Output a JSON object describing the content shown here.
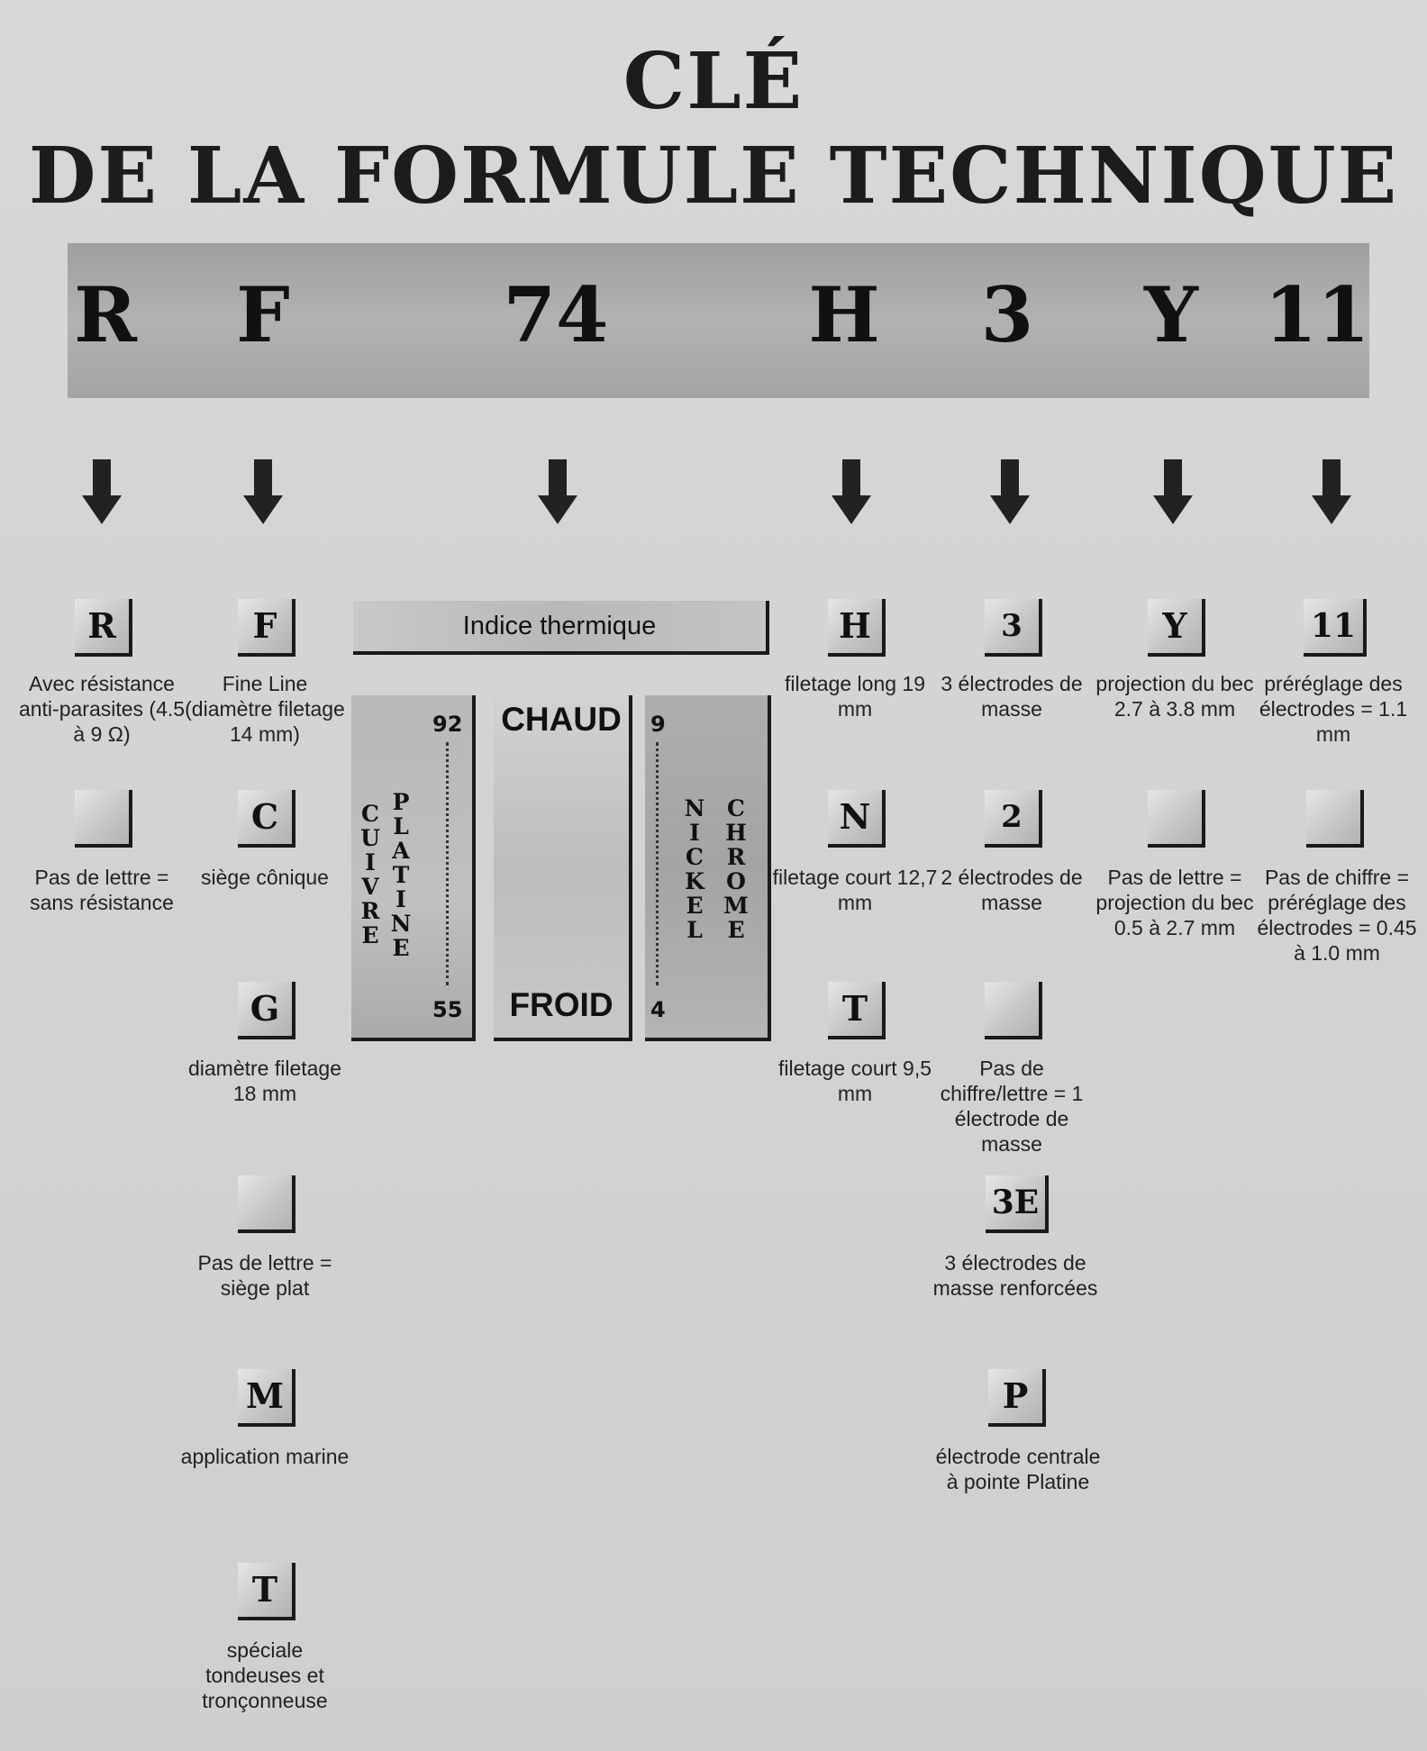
{
  "title": {
    "line1": "CLÉ",
    "line2": "DE LA FORMULE TECHNIQUE"
  },
  "code": [
    "R",
    "F",
    "74",
    "H",
    "3",
    "Y",
    "11"
  ],
  "columns": {
    "r": {
      "items": [
        {
          "box": "R",
          "desc": "Avec résistance anti-parasites (4.5 à 9 Ω)"
        },
        {
          "box": "",
          "desc": "Pas de lettre = sans résistance"
        }
      ]
    },
    "f": {
      "items": [
        {
          "box": "F",
          "desc": "Fine Line (diamètre filetage 14 mm)"
        },
        {
          "box": "C",
          "desc": "siège cônique"
        },
        {
          "box": "G",
          "desc": "diamètre filetage 18 mm"
        },
        {
          "box": "",
          "desc": "Pas de lettre = siège plat"
        },
        {
          "box": "M",
          "desc": "application marine"
        },
        {
          "box": "T",
          "desc": "spéciale tondeuses et tronçonneuse"
        }
      ]
    },
    "thermal": {
      "label": "Indice thermique",
      "left_word1": "CUIVRE",
      "left_word2": "PLATINE",
      "left_top": "92",
      "left_bottom": "55",
      "hot": "CHAUD",
      "cold": "FROID",
      "right_top": "9",
      "right_bottom": "4",
      "right_word1": "NICKEL",
      "right_word2": "CHROME"
    },
    "h": {
      "items": [
        {
          "box": "H",
          "desc": "filetage long 19 mm"
        },
        {
          "box": "N",
          "desc": "filetage court 12,7 mm"
        },
        {
          "box": "T",
          "desc": "filetage court 9,5 mm"
        }
      ]
    },
    "three": {
      "items": [
        {
          "box": "3",
          "desc": "3 électrodes de masse"
        },
        {
          "box": "2",
          "desc": "2 électrodes de masse"
        },
        {
          "box": "",
          "desc": "Pas de chiffre/lettre = 1 électrode de masse"
        },
        {
          "box": "3E",
          "desc": "3 électrodes de masse renforcées"
        },
        {
          "box": "P",
          "desc": "électrode centrale à pointe Platine"
        }
      ]
    },
    "y": {
      "items": [
        {
          "box": "Y",
          "desc": "projection du bec 2.7 à 3.8 mm"
        },
        {
          "box": "",
          "desc": "Pas de lettre = projection du bec 0.5 à 2.7 mm"
        }
      ]
    },
    "eleven": {
      "items": [
        {
          "box": "11",
          "desc": "préréglage des électrodes = 1.1 mm"
        },
        {
          "box": "",
          "desc": "Pas de chiffre = préréglage des électrodes = 0.45 à 1.0 mm"
        }
      ]
    }
  }
}
